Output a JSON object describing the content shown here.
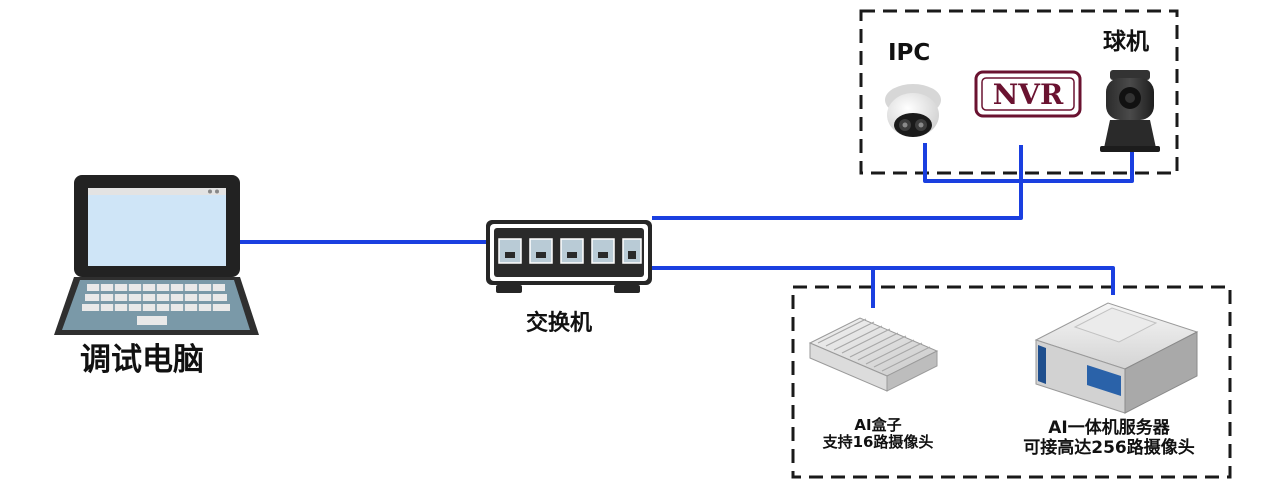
{
  "nodes": {
    "laptop": {
      "label": "调试电脑"
    },
    "switch": {
      "label": "交换机"
    },
    "ipc": {
      "label": "IPC"
    },
    "nvr": {
      "label": "NVR"
    },
    "dome": {
      "label": "球机"
    },
    "ai_box": {
      "label_line1": "AI盒子",
      "label_line2": "支持16路摄像头"
    },
    "ai_server": {
      "label_line1": "AI一体机服务器",
      "label_line2": "可接高达256路摄像头"
    }
  },
  "colors": {
    "link": "#1a3fe0",
    "nvr_brand": "#6a1230",
    "group_border": "#1a1a1a"
  },
  "icons": [
    "laptop-icon",
    "switch-icon",
    "ipc-camera-icon",
    "nvr-logo",
    "dome-camera-icon",
    "ai-box-icon",
    "server-icon"
  ]
}
